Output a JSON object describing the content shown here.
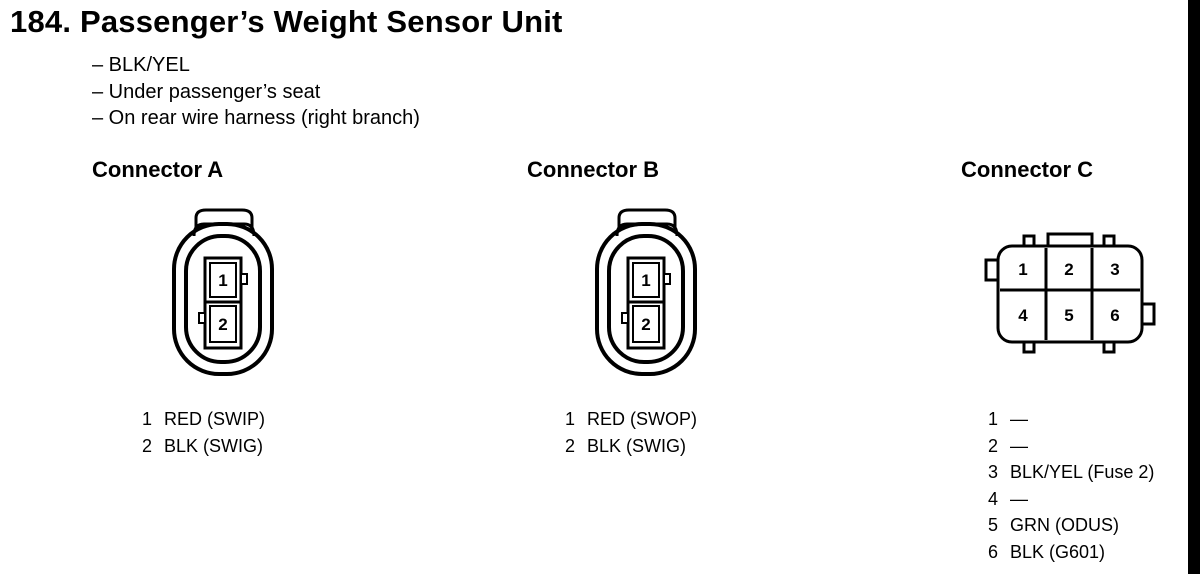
{
  "title": "184. Passenger’s Weight Sensor Unit",
  "notes": [
    "– BLK/YEL",
    "– Under passenger’s seat",
    "– On rear wire harness (right branch)"
  ],
  "connectors": [
    {
      "title": "Connector A",
      "face_labels": [
        "1",
        "2"
      ],
      "pins": [
        {
          "num": "1",
          "desc": "RED (SWIP)"
        },
        {
          "num": "2",
          "desc": "BLK (SWIG)"
        }
      ]
    },
    {
      "title": "Connector B",
      "face_labels": [
        "1",
        "2"
      ],
      "pins": [
        {
          "num": "1",
          "desc": "RED (SWOP)"
        },
        {
          "num": "2",
          "desc": "BLK (SWIG)"
        }
      ]
    },
    {
      "title": "Connector C",
      "face_labels": [
        "1",
        "2",
        "3",
        "4",
        "5",
        "6"
      ],
      "pins": [
        {
          "num": "1",
          "desc": "—"
        },
        {
          "num": "2",
          "desc": "—"
        },
        {
          "num": "3",
          "desc": "BLK/YEL (Fuse 2)"
        },
        {
          "num": "4",
          "desc": "—"
        },
        {
          "num": "5",
          "desc": "GRN (ODUS)"
        },
        {
          "num": "6",
          "desc": "BLK (G601)"
        }
      ]
    }
  ]
}
